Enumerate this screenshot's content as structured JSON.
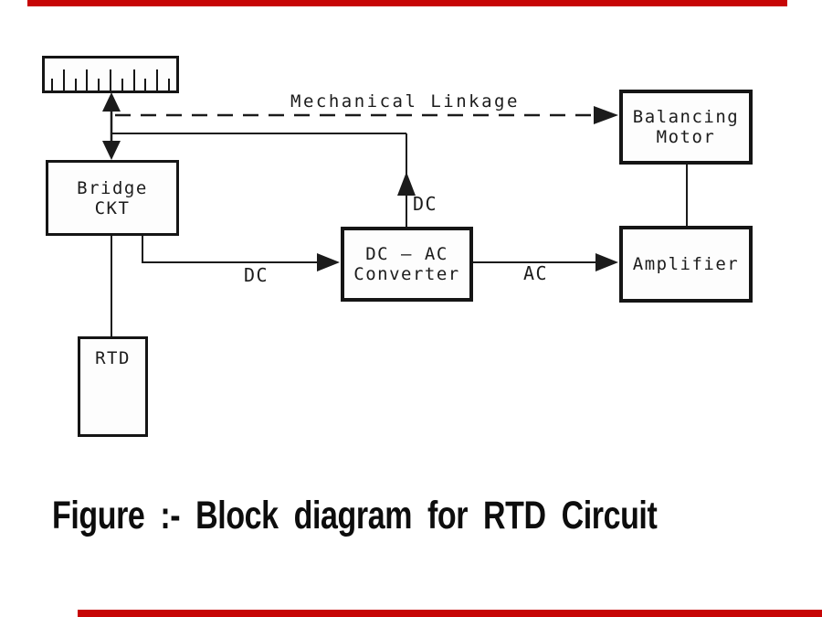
{
  "page": {
    "background_color": "#ffffff",
    "border_accent_color": "#c70505",
    "line_color": "#1b1b1b"
  },
  "diagram": {
    "blocks": {
      "bridge": {
        "line1": "Bridge",
        "line2": "CKT"
      },
      "rtd": {
        "line1": "RTD"
      },
      "converter": {
        "line1": "DC — AC",
        "line2": "Converter"
      },
      "balancing": {
        "line1": "Balancing",
        "line2": "Motor"
      },
      "amplifier": {
        "line1": "Amplifier"
      }
    },
    "labels": {
      "mechanical_linkage": "Mechanical Linkage",
      "dc_feedback": "DC",
      "dc_input": "DC",
      "ac_output": "AC"
    }
  },
  "caption": {
    "text": "Figure :- Block diagram for RTD Circuit"
  }
}
